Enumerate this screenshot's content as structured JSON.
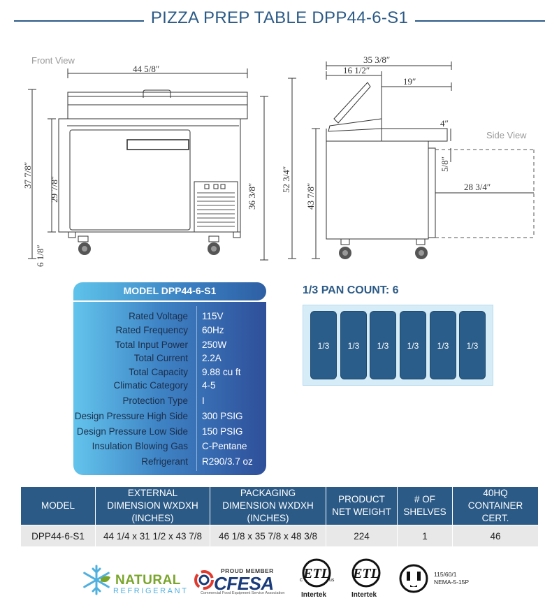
{
  "header": {
    "title": "PIZZA PREP TABLE DPP44-6-S1"
  },
  "drawings": {
    "front_view_label": "Front View",
    "side_view_label": "Side View",
    "front_dims": {
      "width": "44 5/8″",
      "total_height": "37 7/8″",
      "body_height": "29 7/8″",
      "height_right": "36 3/8″",
      "caster_height": "6 1/8″"
    },
    "side_dims": {
      "total_depth": "35 3/8″",
      "lid_depth": "16 1/2″",
      "top_depth": "19″",
      "rail_height": "4″",
      "door_gap": "5/8″",
      "door_swing": "28 3/4″",
      "lid_open_height": "52 3/4″",
      "cabinet_height": "43 7/8″"
    }
  },
  "model_spec": {
    "title": "MODEL DPP44-6-S1",
    "rows": [
      {
        "label": "Rated  Voltage",
        "value": "115V"
      },
      {
        "label": "Rated  Frequency",
        "value": "60Hz"
      },
      {
        "label": "Total Input Power",
        "value": "250W"
      },
      {
        "label": "Total Current",
        "value": "2.2A"
      },
      {
        "label": "Total Capacity",
        "value": "9.88 cu ft"
      },
      {
        "label": "Climatic Category",
        "value": "4-5"
      },
      {
        "label": "Protection Type",
        "value": "I"
      },
      {
        "label": "Design Pressure High Side",
        "value": "300 PSIG"
      },
      {
        "label": "Design Pressure Low Side",
        "value": "150 PSIG"
      },
      {
        "label": "Insulation Blowing Gas",
        "value": "C-Pentane"
      },
      {
        "label": "Refrigerant",
        "value": "R290/3.7 oz"
      }
    ]
  },
  "pan_count": {
    "title": "1/3 PAN COUNT: 6",
    "pans": [
      "1/3",
      "1/3",
      "1/3",
      "1/3",
      "1/3",
      "1/3"
    ]
  },
  "dimension_table": {
    "headers": [
      "MODEL",
      "EXTERNAL DIMENSION WXDXH (INCHES)",
      "PACKAGING DIMENSION WXDXH (INCHES)",
      "PRODUCT NET WEIGHT",
      "# OF SHELVES",
      "40HQ CONTAINER CERT."
    ],
    "rows": [
      [
        "DPP44-6-S1",
        "44 1/4 x 31 1/2 x 43 7/8",
        "46 1/8 x 35 7/8 x 48 3/8",
        "224",
        "1",
        "46"
      ]
    ]
  },
  "logos": {
    "natural_refrigerant_top": "NATURAL",
    "natural_refrigerant_bottom": "REFRIGERANT",
    "cfesa_top": "PROUD MEMBER",
    "cfesa_main": "CFESA",
    "cfesa_sub": "Commercial Food Equipment Service Association",
    "etl_1": "Intertek",
    "etl_2": "Intertek",
    "nema_line1": "115/60/1",
    "nema_line2": "NEMA-5-15P"
  },
  "colors": {
    "brand_blue": "#2b5a86",
    "spec_gradient_light": "#63c4ec",
    "spec_gradient_dark": "#2f4f9a",
    "pan_fill": "#2a5d8a",
    "table_row_bg": "#e8e8e8"
  }
}
